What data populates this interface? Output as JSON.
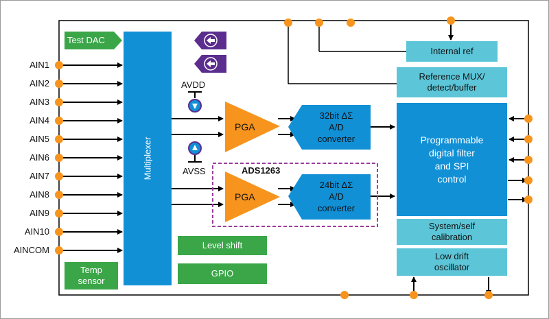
{
  "inputs": [
    "AIN1",
    "AIN2",
    "AIN3",
    "AIN4",
    "AIN5",
    "AIN6",
    "AIN7",
    "AIN8",
    "AIN9",
    "AIN10",
    "AINCOM"
  ],
  "blocks": {
    "test_dac": "Test DAC",
    "multiplexer": "Multiplexer",
    "temp_sensor": "Temp\nsensor",
    "level_shift": "Level shift",
    "gpio": "GPIO",
    "internal_ref": "Internal ref",
    "ref_mux": "Reference MUX/\ndetect/buffer",
    "digital_filter": "Programmable\ndigital filter\nand SPI\ncontrol",
    "calibration": "System/self\ncalibration",
    "oscillator": "Low drift\noscillator",
    "pga1": "PGA",
    "pga2": "PGA",
    "adc1": "32bit ΔΣ\nA/D\nconverter",
    "adc2": "24bit ΔΣ\nA/D\nconverter",
    "ads_label": "ADS1263"
  },
  "supplies": {
    "avdd": "AVDD",
    "avss": "AVSS"
  },
  "colors": {
    "green": "#3aa648",
    "cyan": "#5cc6d8",
    "blue": "#1190d6",
    "orange": "#f7941d",
    "purple": "#5b2d8e",
    "dashed": "#9b3e9c"
  }
}
